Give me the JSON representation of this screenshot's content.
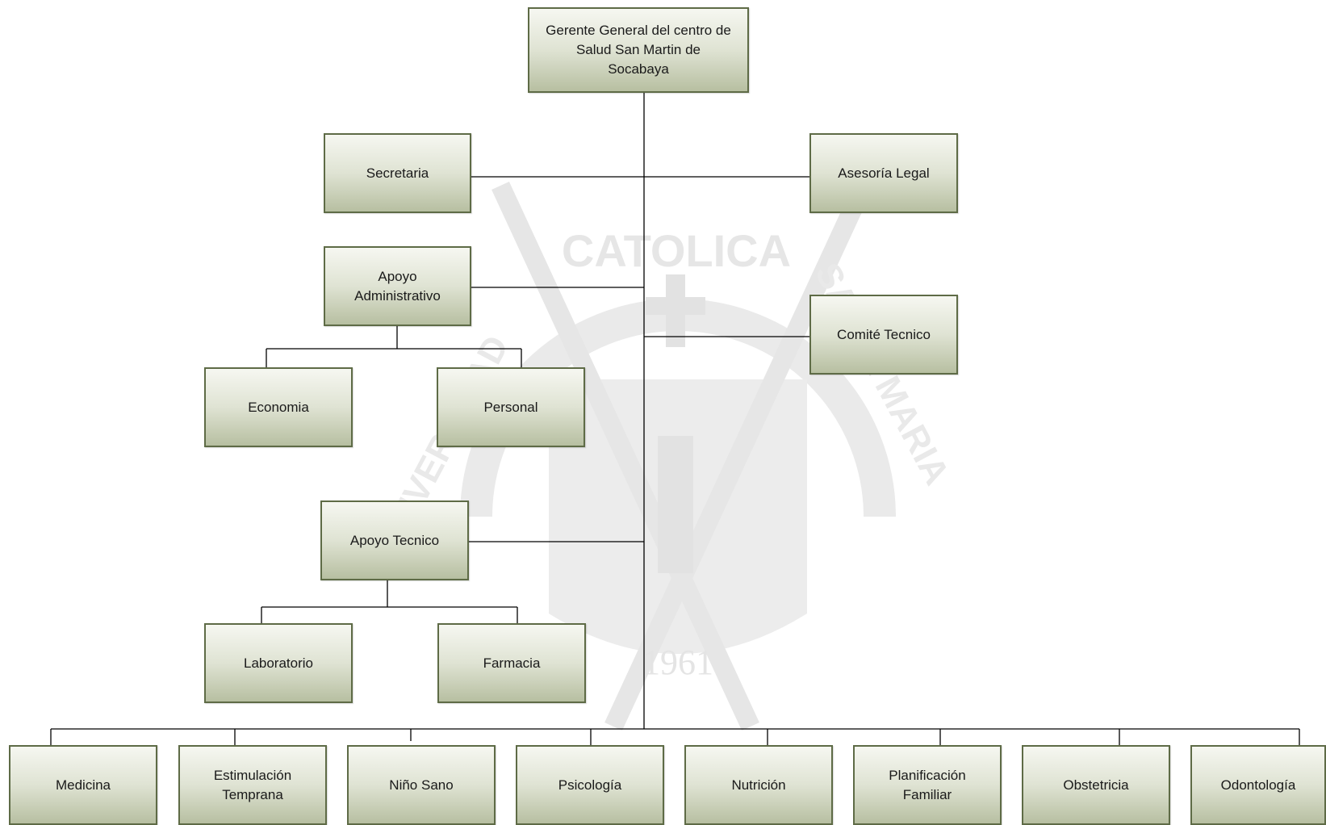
{
  "colors": {
    "box_border": "#5e6b46",
    "box_gradient_top": "#f6f7f1",
    "box_gradient_bottom": "#b7bfa1",
    "connector": "#000000",
    "watermark": "#e9e9e9"
  },
  "watermark": {
    "top_text": "CATOLICA",
    "left_text": "UNIVERSIDAD",
    "right_text": "SANTA MARIA",
    "year": "1961"
  },
  "nodes": {
    "gerente": "Gerente General del centro de\nSalud San Martin de\nSocabaya",
    "secretaria": "Secretaria",
    "asesoria_legal": "Asesoría Legal",
    "apoyo_administrativo": "Apoyo\nAdministrativo",
    "comite_tecnico": "Comité Tecnico",
    "economia": "Economia",
    "personal": "Personal",
    "apoyo_tecnico": "Apoyo Tecnico",
    "laboratorio": "Laboratorio",
    "farmacia": "Farmacia",
    "medicina": "Medicina",
    "estimulacion_temprana": "Estimulación\nTemprana",
    "nino_sano": "Niño Sano",
    "psicologia": "Psicología",
    "nutricion": "Nutrición",
    "planificacion_familiar": "Planificación\nFamiliar",
    "obstetricia": "Obstetricia",
    "odontologia": "Odontología"
  }
}
